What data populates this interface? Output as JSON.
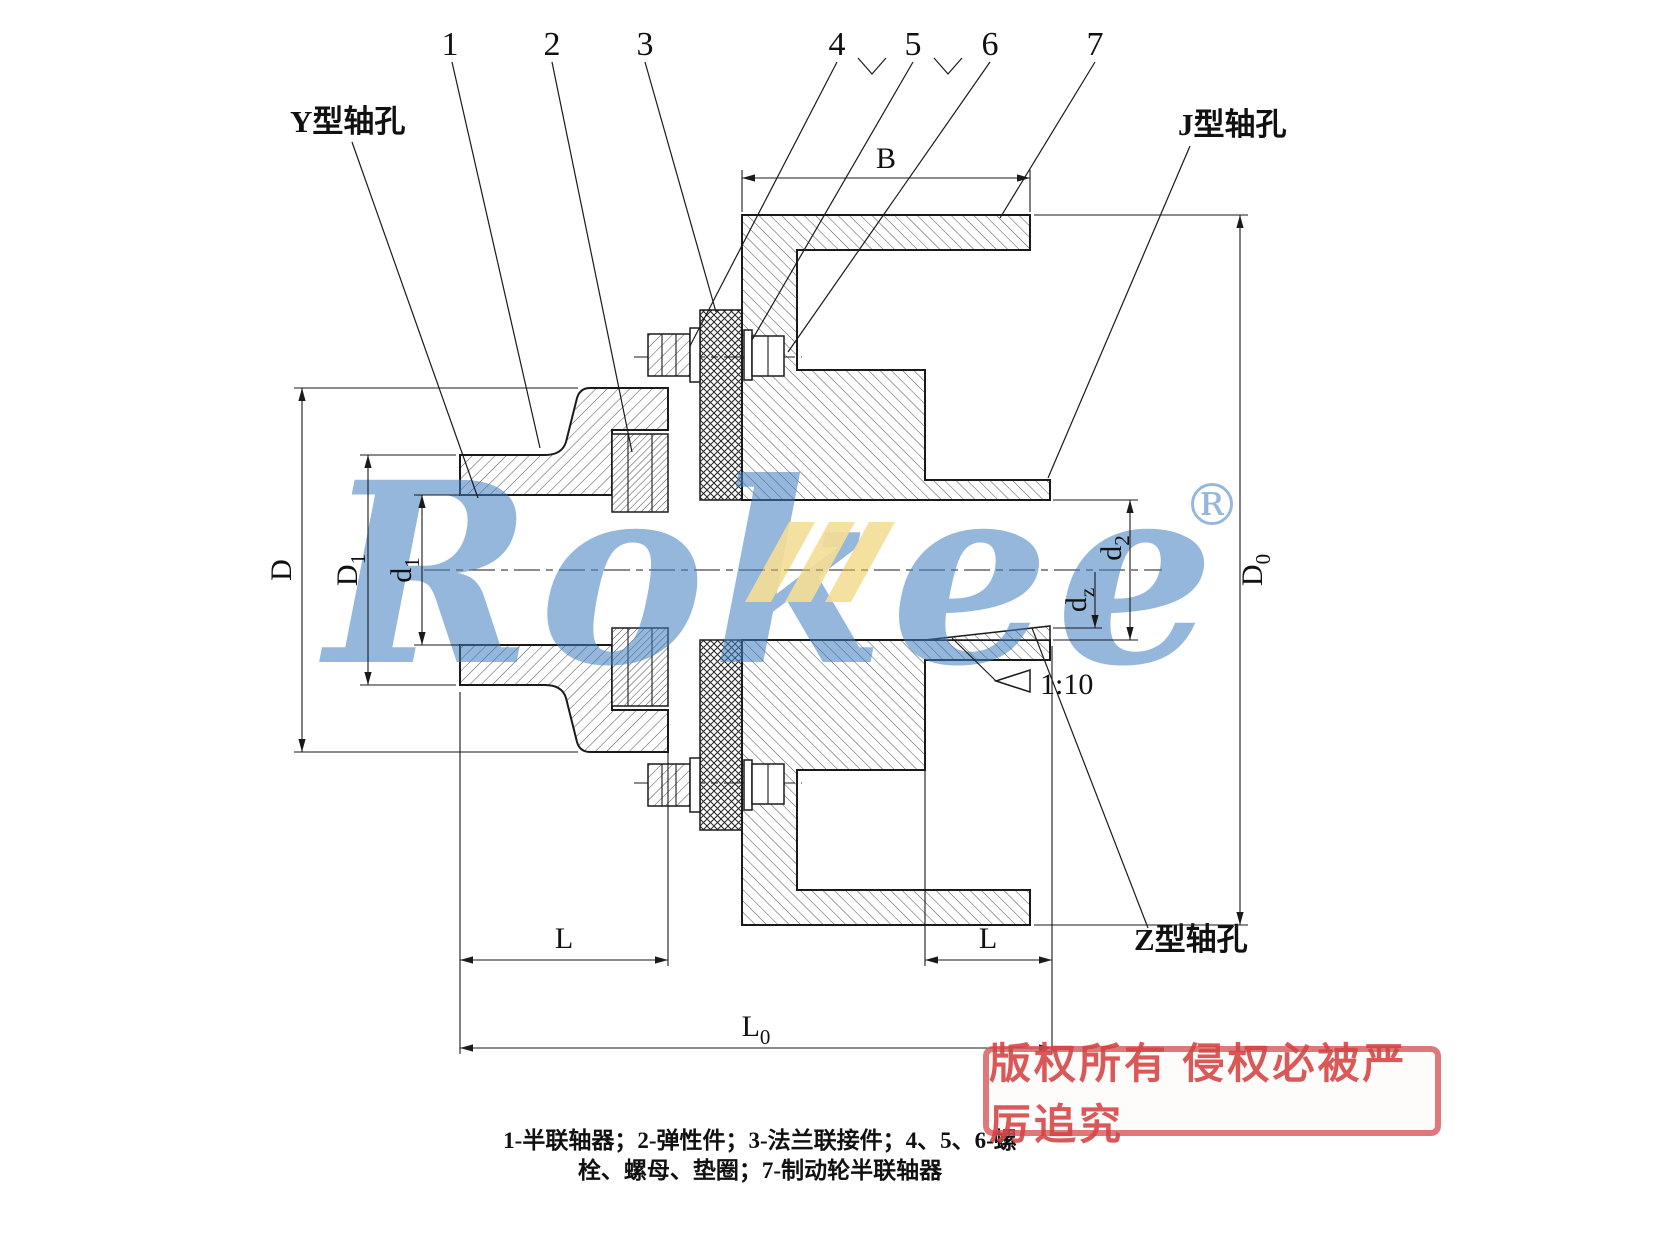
{
  "drawing": {
    "part_callouts": [
      "1",
      "2",
      "3",
      "4",
      "5",
      "6",
      "7"
    ],
    "hole_labels": {
      "y": "Y型轴孔",
      "j": "J型轴孔",
      "z": "Z型轴孔"
    },
    "taper_label": "1:10",
    "dims": {
      "B": "B",
      "D": "D",
      "D1": {
        "base": "D",
        "sub": "1"
      },
      "d1": {
        "base": "d",
        "sub": "1"
      },
      "d2": {
        "base": "d",
        "sub": "2"
      },
      "dz": {
        "base": "d",
        "sub": "z"
      },
      "D0": {
        "base": "D",
        "sub": "0"
      },
      "L_left": "L",
      "L_right": "L",
      "L0": {
        "base": "L",
        "sub": "0"
      }
    }
  },
  "watermark": {
    "text": "Rokee",
    "registered": "®",
    "color": "#3f7dc0",
    "slash_color": "#edc43f"
  },
  "stamp": {
    "text": "版权所有 侵权必被严厉追究",
    "color": "#d65454"
  },
  "caption": {
    "line1": "1-半联轴器；2-弹性件；3-法兰联接件；4、5、6-螺",
    "line2": "栓、螺母、垫圈；7-制动轮半联轴器"
  },
  "colors": {
    "line": "#1a1a1a",
    "background": "#ffffff"
  }
}
